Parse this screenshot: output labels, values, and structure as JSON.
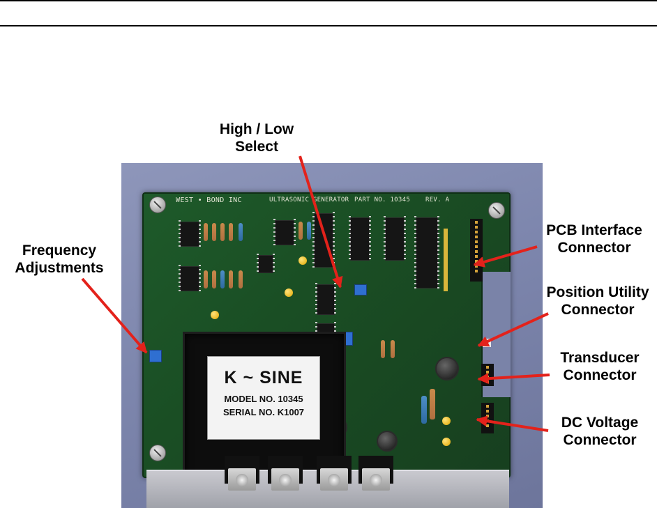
{
  "board": {
    "brand": "WEST • BOND INC",
    "title": "ULTRASONIC GENERATOR",
    "part": "PART NO. 10345",
    "rev": "REV. A",
    "module_label": {
      "name": "K ~ SINE",
      "model": "MODEL NO. 10345",
      "serial": "SERIAL NO. K1007"
    }
  },
  "callouts": {
    "high_low": [
      "High / Low",
      "Select"
    ],
    "frequency": [
      "Frequency",
      "Adjustments"
    ],
    "pcb_interface": [
      "PCB Interface",
      "Connector"
    ],
    "position_utility": [
      "Position Utility",
      "Connector"
    ],
    "transducer": [
      "Transducer",
      "Connector"
    ],
    "dc_voltage": [
      "DC Voltage",
      "Connector"
    ]
  },
  "colors": {
    "arrow": "#e3221b",
    "board": "#1c5227",
    "background": "#7d86ad"
  }
}
